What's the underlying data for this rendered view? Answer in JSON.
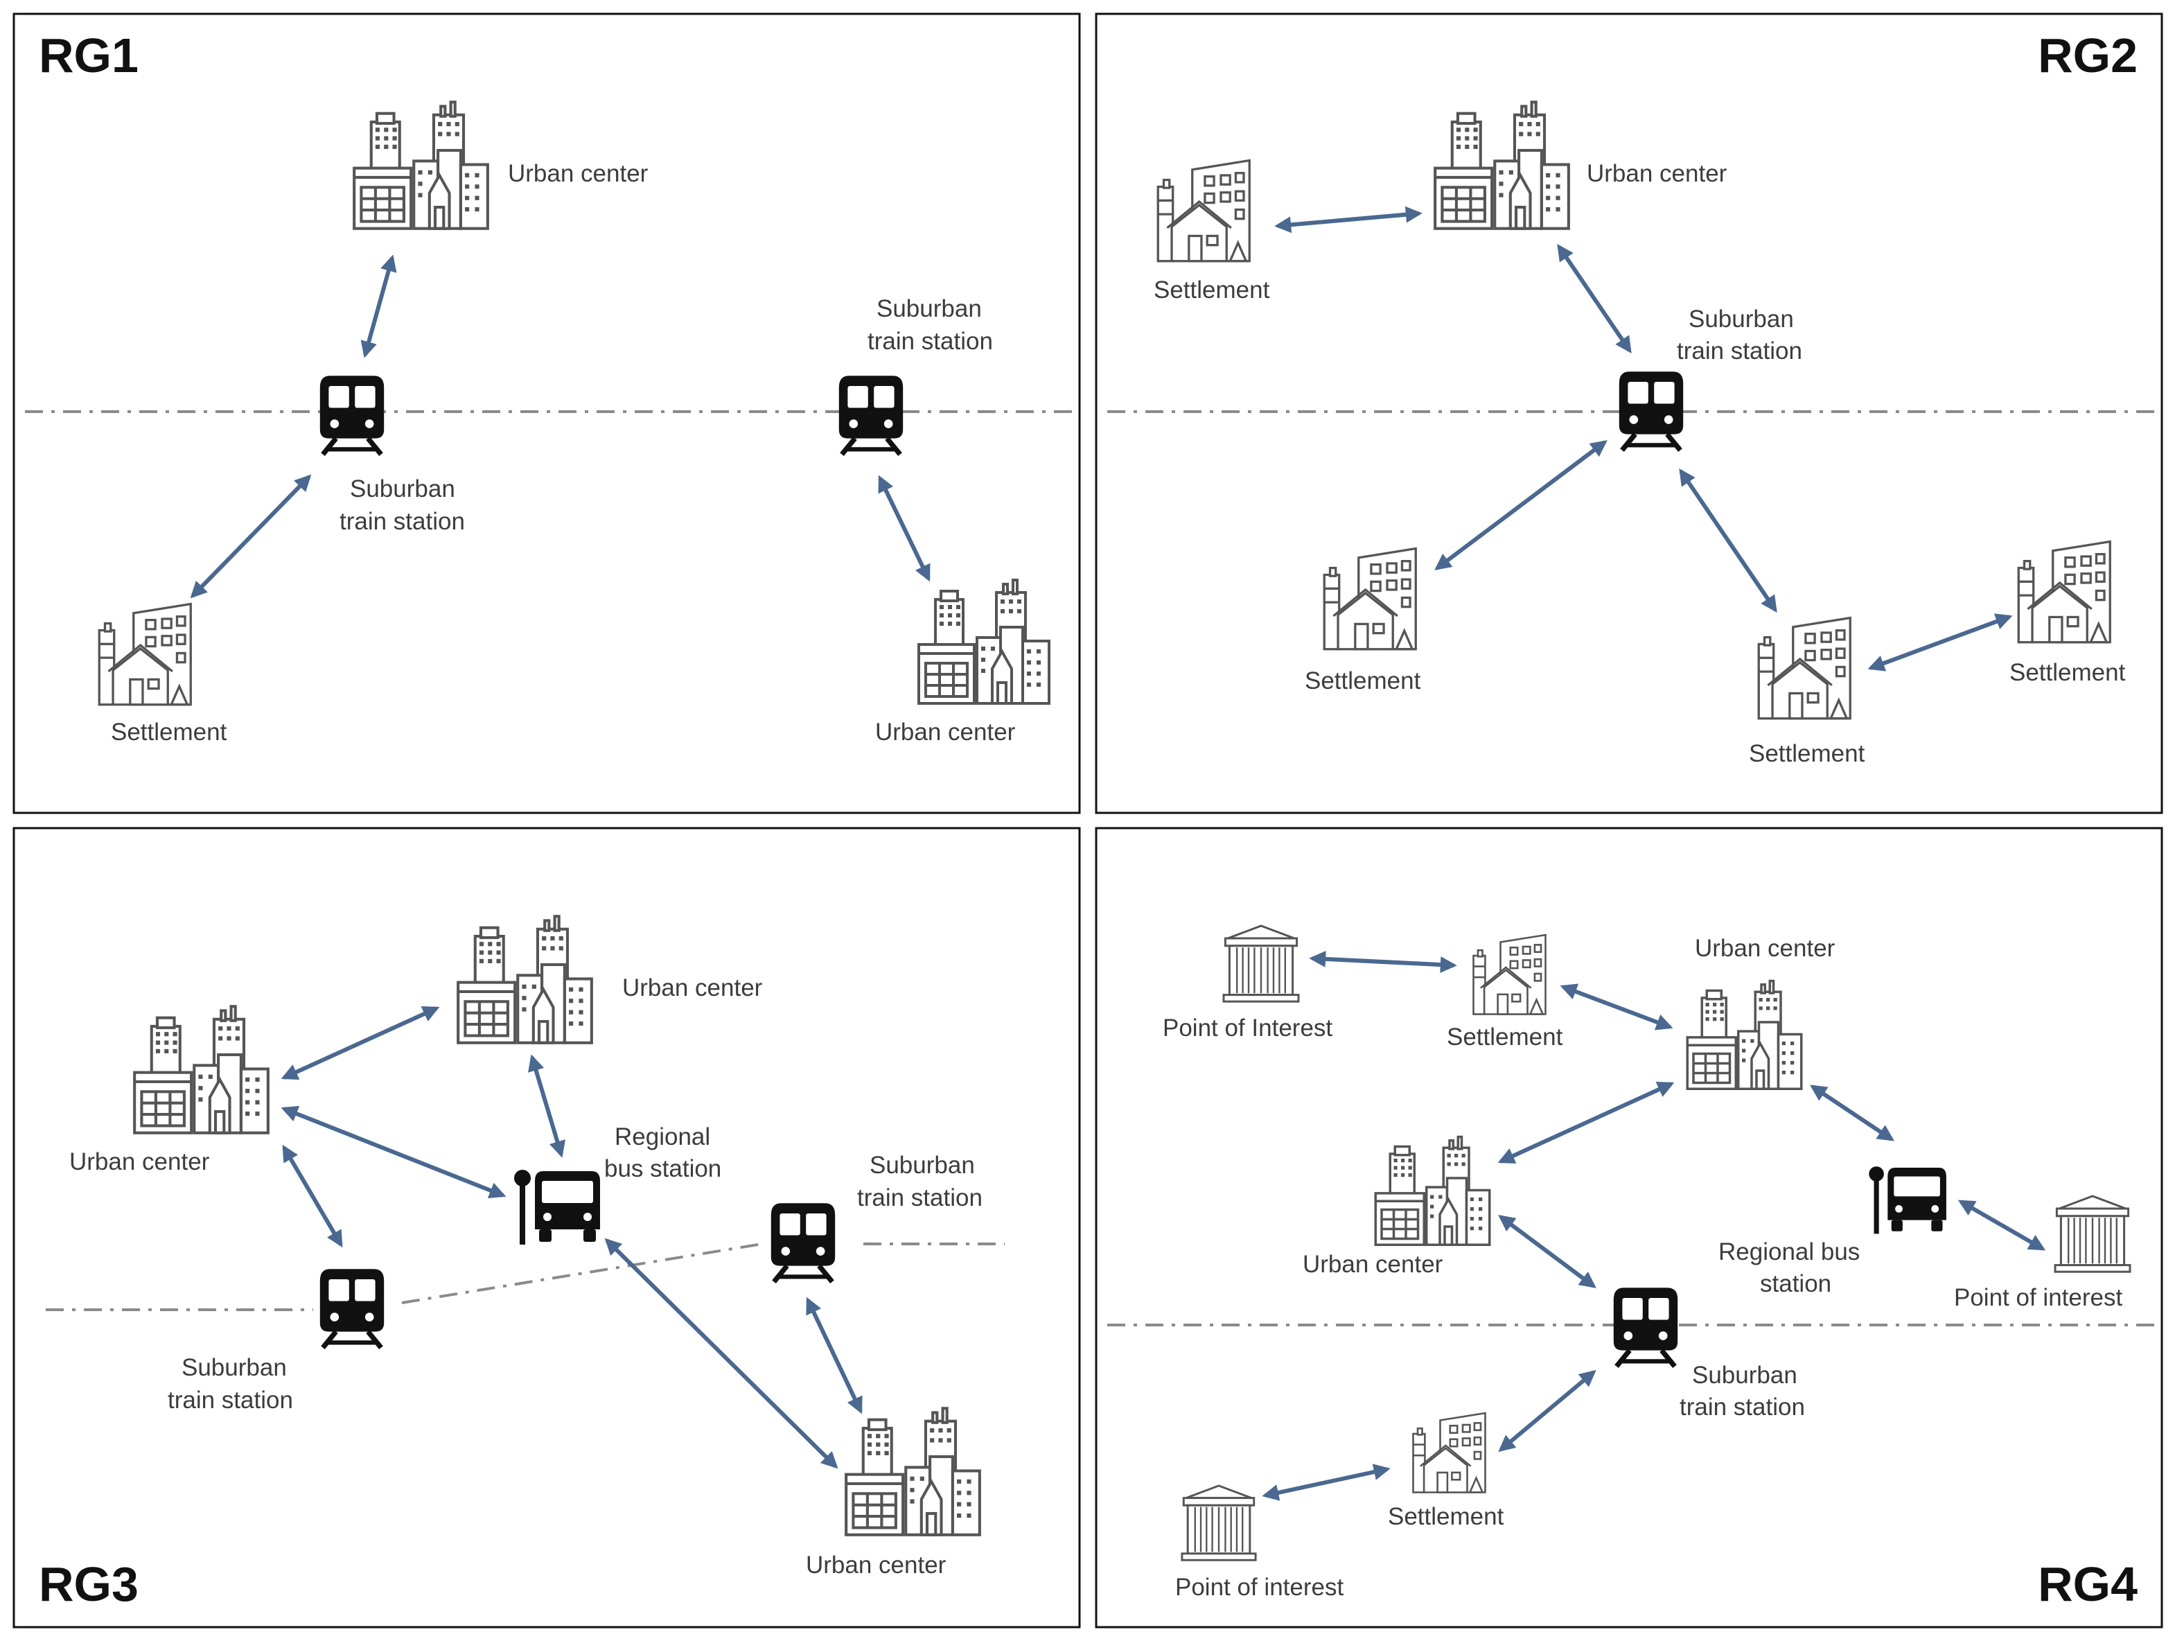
{
  "panels": [
    {
      "id": "rg1",
      "title": "RG1"
    },
    {
      "id": "rg2",
      "title": "RG2"
    },
    {
      "id": "rg3",
      "title": "RG3"
    },
    {
      "id": "rg4",
      "title": "RG4"
    }
  ],
  "labels": {
    "urban_center": "Urban center",
    "settlement": "Settlement",
    "suburban_train_station_line1": "Suburban",
    "suburban_train_station_line2": "train station",
    "regional_bus_station_line1": "Regional",
    "regional_bus_station_line2": "bus station",
    "regional_bus_station_alt_line1": "Regional bus",
    "regional_bus_station_alt_line2": "station",
    "point_of_interest": "Point of Interest",
    "point_of_interest_lower": "Point of interest"
  },
  "icons": {
    "urban_center": "city-buildings-icon",
    "settlement": "house-with-building-icon",
    "train_station": "train-icon",
    "bus_station": "bus-stop-icon",
    "point_of_interest": "classical-building-icon"
  },
  "colors": {
    "connection_arrow": "#4a6890",
    "rail_line": "#8a8a8a",
    "icon_outline": "#555555",
    "icon_solid": "#111111"
  }
}
